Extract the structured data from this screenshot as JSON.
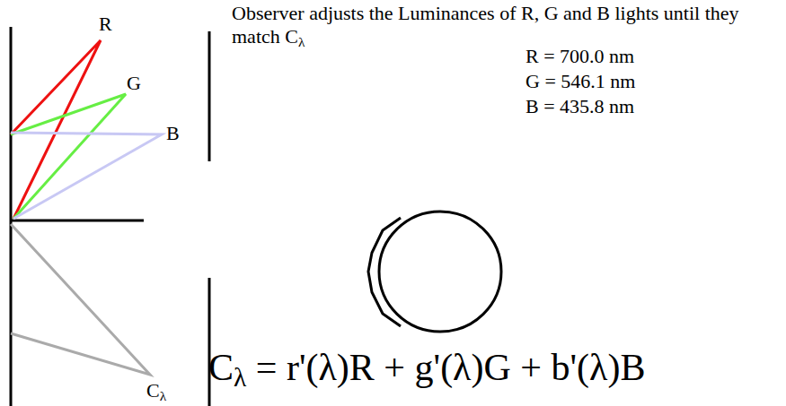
{
  "diagram": {
    "labels": [
      "Observer adjusts the Luminances of R, G and B lights until they match Cλ",
      "R = 700.0 nm",
      "G = 546.1 nm",
      "B = 435.8 nm",
      "R",
      "G",
      "B",
      "Cλ",
      "Cλ = r'(λ)R + g'(λ)G + b'(λ)B"
    ]
  }
}
